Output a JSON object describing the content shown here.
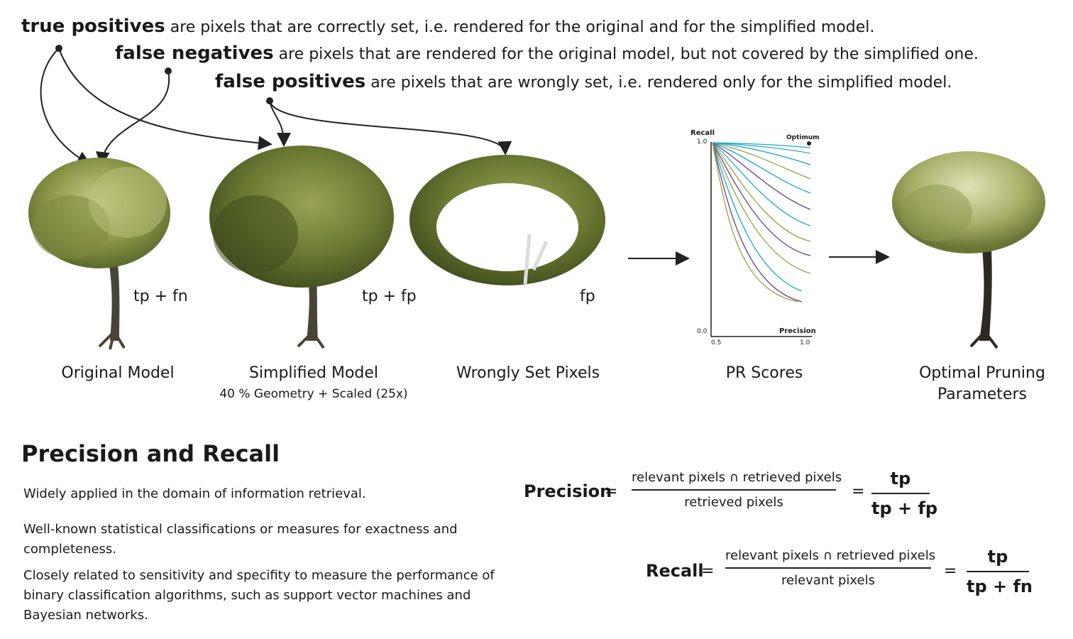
{
  "definitions": [
    {
      "term": "true positives",
      "text": "are pixels that are correctly set, i.e. rendered for the original and for the simplified model."
    },
    {
      "term": "false negatives",
      "text": "are pixels that are rendered for the original model, but not covered by the simplified one."
    },
    {
      "term": "false positives",
      "text": "are pixels that are wrongly set, i.e. rendered only for the simplified model."
    }
  ],
  "panels": [
    {
      "caption": "Original Model",
      "formula": "tp + fn",
      "subcaption": ""
    },
    {
      "caption": "Simplified Model",
      "formula": "tp + fp",
      "subcaption": "40 % Geometry + Scaled (25x)"
    },
    {
      "caption": "Wrongly Set Pixels",
      "formula": "fp",
      "subcaption": ""
    },
    {
      "caption": "PR Scores",
      "formula": "",
      "subcaption": ""
    },
    {
      "caption_line1": "Optimal Pruning",
      "caption_line2": "Parameters"
    }
  ],
  "pr_chart": {
    "ylabel": "Recall",
    "xlabel": "Precision",
    "y_top": "1.0",
    "y_bottom": "0.0",
    "x_left": "0.5",
    "x_right": "1.0",
    "annotation": "Optimum"
  },
  "section": {
    "title": "Precision and Recall",
    "paragraphs": [
      "Widely applied in the domain of information retrieval.",
      "Well-known statistical classifications or measures for exactness and completeness.",
      "Closely related to sensitivity and specifity to measure the performance of binary classification algorithms, such as support vector machines and Bayesian networks."
    ]
  },
  "formulas": {
    "precision": {
      "name": "Precision",
      "num": "relevant pixels ∩ retrieved pixels",
      "den": "retrieved pixels",
      "tp": "tp",
      "den2": "tp + fp"
    },
    "recall": {
      "name": "Recall",
      "num": "relevant pixels ∩ retrieved pixels",
      "den": "relevant pixels",
      "tp": "tp",
      "den2": "tp + fn"
    },
    "equals": "="
  },
  "colors": {
    "foliage_light": "#9aa35a",
    "foliage_dark": "#5a6a2a",
    "trunk": "#4a4436",
    "curve_cyan": "#1aa6d4",
    "curve_purple": "#6a3f8a",
    "curve_olive": "#9aa040"
  }
}
